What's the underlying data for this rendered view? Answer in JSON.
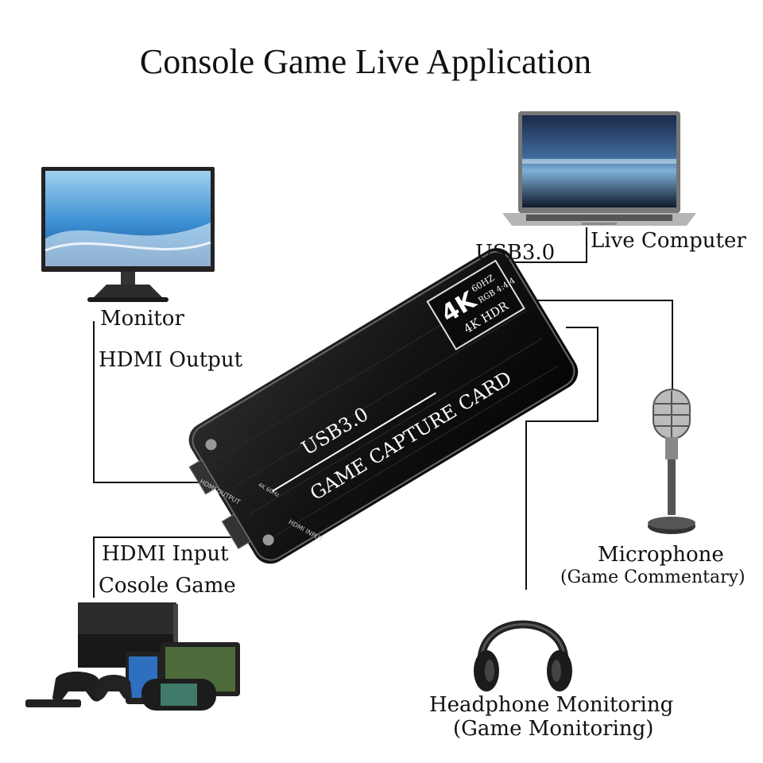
{
  "title": "Console Game Live Application",
  "device": {
    "usb_label": "USB3.0",
    "name_label": "GAME CAPTURE CARD",
    "badge_4k": "4K",
    "badge_hz": "60HZ",
    "badge_rgb": "RGB 4:4:4",
    "badge_hdr": "4K HDR",
    "port_out": "HDMI OUTPUT",
    "port_in": "HDMI INPUT",
    "port_mid": "4K 60Hz"
  },
  "labels": {
    "usb": "USB3.0",
    "computer": "Live Computer",
    "monitor": "Monitor",
    "hdmi_output": "HDMI Output",
    "hdmi_input": "HDMI Input",
    "console": "Cosole Game",
    "microphone": "Microphone",
    "microphone_sub": "(Game Commentary)",
    "headphone": "Headphone Monitoring",
    "headphone_sub": "(Game  Monitoring)"
  }
}
